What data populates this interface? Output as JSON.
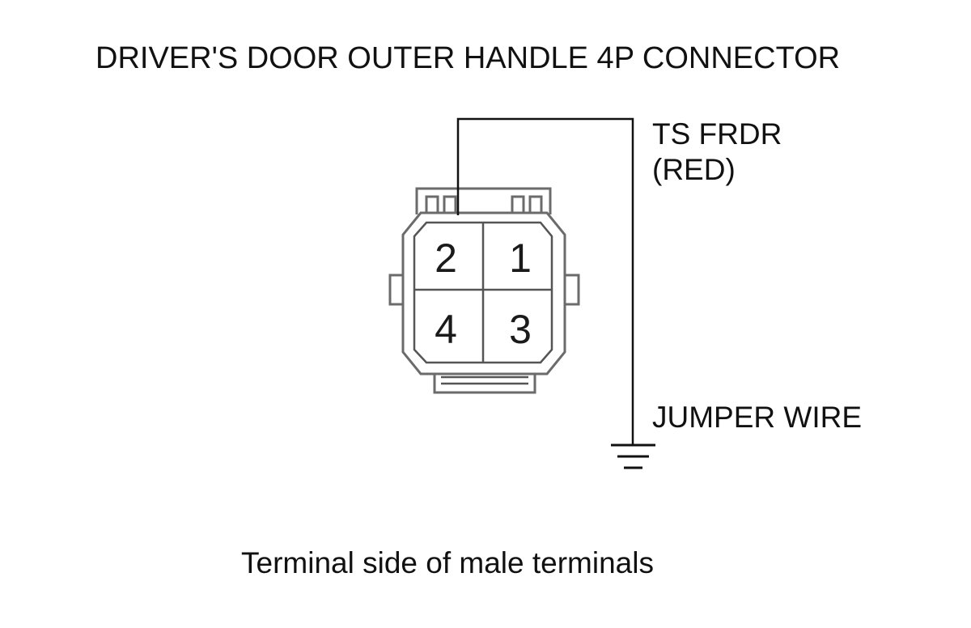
{
  "title": "DRIVER'S DOOR OUTER HANDLE 4P CONNECTOR",
  "connector": {
    "terminals": [
      {
        "number": "2",
        "row": "top",
        "side": "left"
      },
      {
        "number": "1",
        "row": "top",
        "side": "right"
      },
      {
        "number": "4",
        "row": "bottom",
        "side": "left"
      },
      {
        "number": "3",
        "row": "bottom",
        "side": "right"
      }
    ]
  },
  "labels": {
    "probe_line1": "TS FRDR",
    "probe_line2": "(RED)",
    "jumper": "JUMPER WIRE"
  },
  "caption": "Terminal side of male terminals",
  "colors": {
    "outline": "#6b6b6b",
    "wire": "#111111",
    "text": "#111111"
  }
}
